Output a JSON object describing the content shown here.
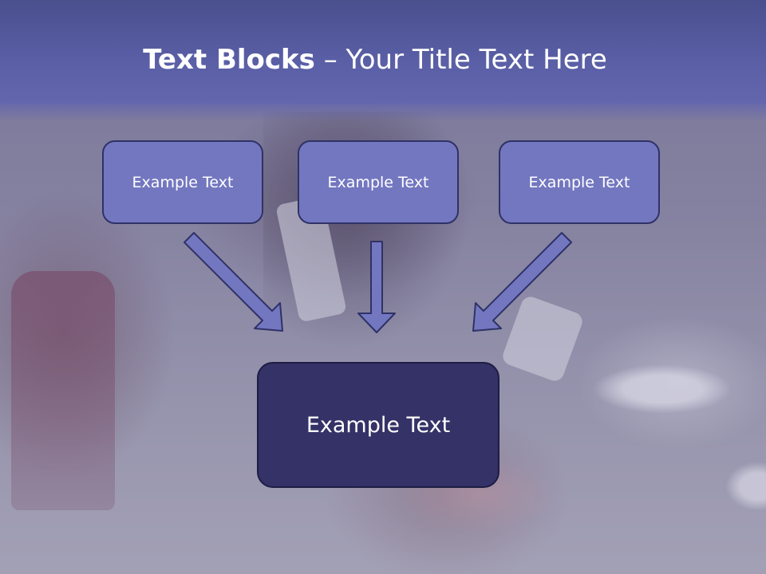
{
  "title": {
    "bold": "Text Blocks",
    "rest": " – Your Title Text Here"
  },
  "blocks": {
    "left": "Example Text",
    "center": "Example Text",
    "right": "Example Text",
    "main": "Example Text"
  },
  "colors": {
    "title_band": "#5a5fa6",
    "small_box_fill": "#7377c0",
    "small_box_border": "#2f3266",
    "main_box_fill": "#343266",
    "arrow_fill": "#7377c0",
    "arrow_border": "#2f3266"
  }
}
